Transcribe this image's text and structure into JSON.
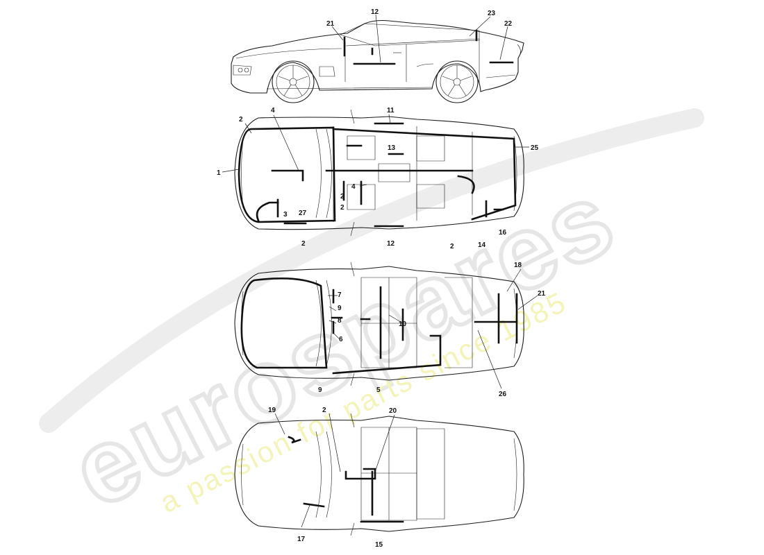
{
  "watermark": {
    "brand": "eurospares",
    "tagline": "a passion for parts since 1985"
  },
  "callouts": {
    "side": [
      "21",
      "12",
      "23",
      "22"
    ],
    "view1": [
      "2",
      "4",
      "11",
      "13",
      "25",
      "1",
      "4",
      "2",
      "2",
      "3",
      "27",
      "2",
      "12",
      "2",
      "14",
      "16"
    ],
    "view2": [
      "18",
      "21",
      "7",
      "9",
      "8",
      "10",
      "6",
      "9",
      "5",
      "26"
    ],
    "view3": [
      "19",
      "2",
      "20",
      "17",
      "15"
    ]
  }
}
